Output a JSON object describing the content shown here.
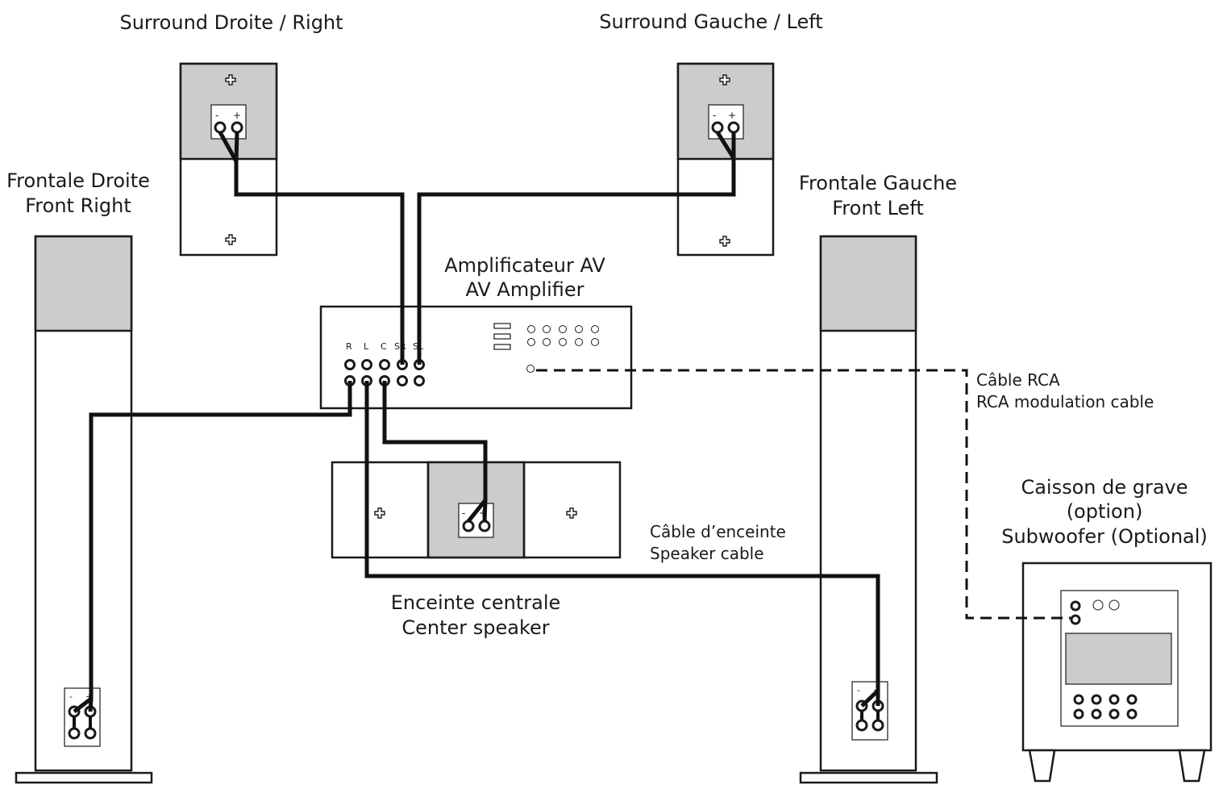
{
  "speakers": {
    "surround_right": {
      "line1": "Surround Droite / Right"
    },
    "surround_left": {
      "line1": "Surround Gauche / Left"
    },
    "front_right": {
      "line1": "Frontale Droite",
      "line2": "Front Right"
    },
    "front_left": {
      "line1": "Frontale Gauche",
      "line2": "Front Left"
    },
    "center": {
      "line1": "Enceinte centrale",
      "line2": "Center speaker"
    },
    "subwoofer": {
      "line1": "Caisson de grave",
      "line2": "(option)",
      "line3": "Subwoofer (Optional)"
    }
  },
  "amplifier": {
    "line1": "Amplificateur AV",
    "line2": "AV Amplifier",
    "channels": [
      "R",
      "L",
      "C",
      "SR",
      "SL"
    ]
  },
  "cables": {
    "rca": {
      "line1": "Câble RCA",
      "line2": "RCA modulation cable"
    },
    "speaker": {
      "line1": "Câble d’enceinte",
      "line2": "Speaker cable"
    }
  },
  "terminal_signs": {
    "minus": "-",
    "plus": "+"
  },
  "colors": {
    "cabinet_grey": "#cccccc",
    "wire": "#111111"
  }
}
